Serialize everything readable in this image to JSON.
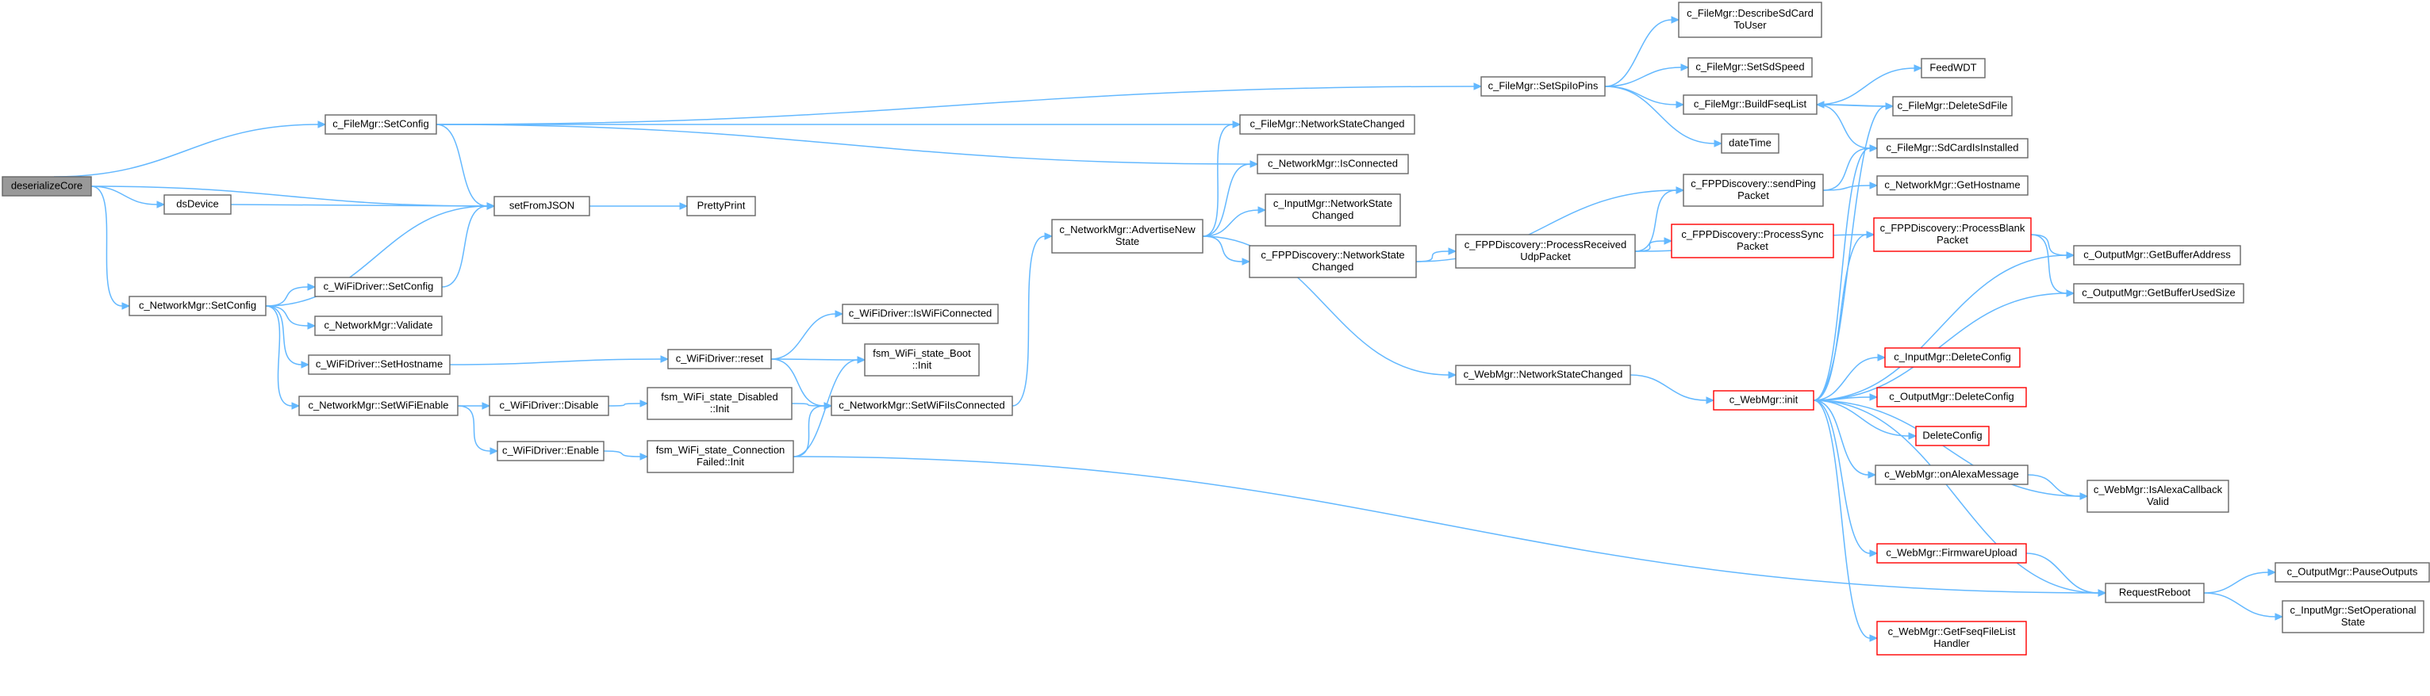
{
  "graph": {
    "colors": {
      "edge": "#63b8ff",
      "node_border": "#666666",
      "root_fill": "#999999",
      "red_border": "#ff0000"
    },
    "nodes": [
      {
        "id": "deserializeCore",
        "lines": [
          "deserializeCore"
        ],
        "root": true
      },
      {
        "id": "dsDevice",
        "lines": [
          "dsDevice"
        ]
      },
      {
        "id": "fm_SetConfig",
        "lines": [
          "c_FileMgr::SetConfig"
        ]
      },
      {
        "id": "nm_SetConfig",
        "lines": [
          "c_NetworkMgr::SetConfig"
        ]
      },
      {
        "id": "setFromJSON",
        "lines": [
          "setFromJSON"
        ]
      },
      {
        "id": "PrettyPrint",
        "lines": [
          "PrettyPrint"
        ]
      },
      {
        "id": "wd_SetConfig",
        "lines": [
          "c_WiFiDriver::SetConfig"
        ]
      },
      {
        "id": "nm_Validate",
        "lines": [
          "c_NetworkMgr::Validate"
        ]
      },
      {
        "id": "wd_SetHostname",
        "lines": [
          "c_WiFiDriver::SetHostname"
        ]
      },
      {
        "id": "nm_SetWiFiEnable",
        "lines": [
          "c_NetworkMgr::SetWiFiEnable"
        ]
      },
      {
        "id": "wd_Disable",
        "lines": [
          "c_WiFiDriver::Disable"
        ]
      },
      {
        "id": "wd_Enable",
        "lines": [
          "c_WiFiDriver::Enable"
        ]
      },
      {
        "id": "wd_reset",
        "lines": [
          "c_WiFiDriver::reset"
        ]
      },
      {
        "id": "fsm_Disabled",
        "lines": [
          "fsm_WiFi_state_Disabled",
          "::Init"
        ]
      },
      {
        "id": "fsm_ConnFailed",
        "lines": [
          "fsm_WiFi_state_Connection",
          "Failed::Init"
        ]
      },
      {
        "id": "wd_IsWiFiConnected",
        "lines": [
          "c_WiFiDriver::IsWiFiConnected"
        ]
      },
      {
        "id": "fsm_Boot",
        "lines": [
          "fsm_WiFi_state_Boot",
          "::Init"
        ]
      },
      {
        "id": "nm_SetWiFiIsConnected",
        "lines": [
          "c_NetworkMgr::SetWiFiIsConnected"
        ]
      },
      {
        "id": "nm_AdvertiseNewState",
        "lines": [
          "c_NetworkMgr::AdvertiseNew",
          "State"
        ]
      },
      {
        "id": "fm_NetworkStateChanged",
        "lines": [
          "c_FileMgr::NetworkStateChanged"
        ]
      },
      {
        "id": "nm_IsConnected",
        "lines": [
          "c_NetworkMgr::IsConnected"
        ]
      },
      {
        "id": "im_NetworkStateChanged",
        "lines": [
          "c_InputMgr::NetworkState",
          "Changed"
        ]
      },
      {
        "id": "fppd_NetworkStateChanged",
        "lines": [
          "c_FPPDiscovery::NetworkState",
          "Changed"
        ]
      },
      {
        "id": "wm_NetworkStateChanged",
        "lines": [
          "c_WebMgr::NetworkStateChanged"
        ]
      },
      {
        "id": "fm_SetSpiIoPins",
        "lines": [
          "c_FileMgr::SetSpiIoPins"
        ]
      },
      {
        "id": "fm_DescribeSdCardToUser",
        "lines": [
          "c_FileMgr::DescribeSdCard",
          "ToUser"
        ]
      },
      {
        "id": "fm_SetSdSpeed",
        "lines": [
          "c_FileMgr::SetSdSpeed"
        ]
      },
      {
        "id": "fm_BuildFseqList",
        "lines": [
          "c_FileMgr::BuildFseqList"
        ]
      },
      {
        "id": "dateTime",
        "lines": [
          "dateTime"
        ]
      },
      {
        "id": "FeedWDT",
        "lines": [
          "FeedWDT"
        ]
      },
      {
        "id": "fm_DeleteSdFile",
        "lines": [
          "c_FileMgr::DeleteSdFile"
        ]
      },
      {
        "id": "fm_SdCardIsInstalled",
        "lines": [
          "c_FileMgr::SdCardIsInstalled"
        ]
      },
      {
        "id": "nm_GetHostname",
        "lines": [
          "c_NetworkMgr::GetHostname"
        ]
      },
      {
        "id": "fppd_sendPingPacket",
        "lines": [
          "c_FPPDiscovery::sendPing",
          "Packet"
        ]
      },
      {
        "id": "fppd_ProcessReceivedUdpPacket",
        "lines": [
          "c_FPPDiscovery::ProcessReceived",
          "UdpPacket"
        ]
      },
      {
        "id": "fppd_ProcessSyncPacket",
        "lines": [
          "c_FPPDiscovery::ProcessSync",
          "Packet"
        ],
        "red": true
      },
      {
        "id": "fppd_ProcessBlankPacket",
        "lines": [
          "c_FPPDiscovery::ProcessBlank",
          "Packet"
        ],
        "red": true
      },
      {
        "id": "om_GetBufferAddress",
        "lines": [
          "c_OutputMgr::GetBufferAddress"
        ]
      },
      {
        "id": "om_GetBufferUsedSize",
        "lines": [
          "c_OutputMgr::GetBufferUsedSize"
        ]
      },
      {
        "id": "wm_init",
        "lines": [
          "c_WebMgr::init"
        ],
        "red": true
      },
      {
        "id": "im_DeleteConfig",
        "lines": [
          "c_InputMgr::DeleteConfig"
        ],
        "red": true
      },
      {
        "id": "om_DeleteConfig",
        "lines": [
          "c_OutputMgr::DeleteConfig"
        ],
        "red": true
      },
      {
        "id": "DeleteConfig",
        "lines": [
          "DeleteConfig"
        ],
        "red": true
      },
      {
        "id": "wm_onAlexaMessage",
        "lines": [
          "c_WebMgr::onAlexaMessage"
        ]
      },
      {
        "id": "wm_IsAlexaCallbackValid",
        "lines": [
          "c_WebMgr::IsAlexaCallback",
          "Valid"
        ]
      },
      {
        "id": "wm_FirmwareUpload",
        "lines": [
          "c_WebMgr::FirmwareUpload"
        ],
        "red": true
      },
      {
        "id": "RequestReboot",
        "lines": [
          "RequestReboot"
        ]
      },
      {
        "id": "wm_GetFseqFileListHandler",
        "lines": [
          "c_WebMgr::GetFseqFileList",
          "Handler"
        ],
        "red": true
      },
      {
        "id": "om_PauseOutputs",
        "lines": [
          "c_OutputMgr::PauseOutputs"
        ]
      },
      {
        "id": "im_SetOperationalState",
        "lines": [
          "c_InputMgr::SetOperational",
          "State"
        ]
      }
    ],
    "edges": [
      [
        "deserializeCore",
        "fm_SetConfig"
      ],
      [
        "deserializeCore",
        "setFromJSON"
      ],
      [
        "deserializeCore",
        "dsDevice"
      ],
      [
        "deserializeCore",
        "nm_SetConfig"
      ],
      [
        "dsDevice",
        "setFromJSON"
      ],
      [
        "fm_SetConfig",
        "setFromJSON"
      ],
      [
        "fm_SetConfig",
        "fm_SetSpiIoPins"
      ],
      [
        "fm_SetConfig",
        "fm_NetworkStateChanged"
      ],
      [
        "fm_SetConfig",
        "nm_IsConnected"
      ],
      [
        "setFromJSON",
        "PrettyPrint"
      ],
      [
        "nm_SetConfig",
        "setFromJSON"
      ],
      [
        "nm_SetConfig",
        "wd_SetConfig"
      ],
      [
        "nm_SetConfig",
        "nm_Validate"
      ],
      [
        "nm_SetConfig",
        "wd_SetHostname"
      ],
      [
        "nm_SetConfig",
        "nm_SetWiFiEnable"
      ],
      [
        "wd_SetConfig",
        "setFromJSON"
      ],
      [
        "wd_SetHostname",
        "wd_reset"
      ],
      [
        "nm_SetWiFiEnable",
        "wd_Disable"
      ],
      [
        "nm_SetWiFiEnable",
        "wd_Enable"
      ],
      [
        "wd_Disable",
        "fsm_Disabled"
      ],
      [
        "wd_Enable",
        "fsm_ConnFailed"
      ],
      [
        "wd_reset",
        "wd_IsWiFiConnected"
      ],
      [
        "wd_reset",
        "fsm_Boot"
      ],
      [
        "wd_reset",
        "nm_SetWiFiIsConnected"
      ],
      [
        "fsm_Disabled",
        "nm_SetWiFiIsConnected"
      ],
      [
        "fsm_ConnFailed",
        "nm_SetWiFiIsConnected"
      ],
      [
        "fsm_ConnFailed",
        "fsm_Boot"
      ],
      [
        "fsm_ConnFailed",
        "RequestReboot"
      ],
      [
        "nm_SetWiFiIsConnected",
        "nm_AdvertiseNewState"
      ],
      [
        "nm_AdvertiseNewState",
        "fm_NetworkStateChanged"
      ],
      [
        "nm_AdvertiseNewState",
        "nm_IsConnected"
      ],
      [
        "nm_AdvertiseNewState",
        "im_NetworkStateChanged"
      ],
      [
        "nm_AdvertiseNewState",
        "fppd_NetworkStateChanged"
      ],
      [
        "nm_AdvertiseNewState",
        "wm_NetworkStateChanged"
      ],
      [
        "fm_SetSpiIoPins",
        "fm_DescribeSdCardToUser"
      ],
      [
        "fm_SetSpiIoPins",
        "fm_SetSdSpeed"
      ],
      [
        "fm_SetSpiIoPins",
        "fm_BuildFseqList"
      ],
      [
        "fm_SetSpiIoPins",
        "dateTime"
      ],
      [
        "fm_BuildFseqList",
        "FeedWDT"
      ],
      [
        "fm_BuildFseqList",
        "fm_DeleteSdFile"
      ],
      [
        "fm_BuildFseqList",
        "fm_SdCardIsInstalled"
      ],
      [
        "fm_DeleteSdFile",
        "fm_BuildFseqList"
      ],
      [
        "fppd_NetworkStateChanged",
        "fppd_sendPingPacket"
      ],
      [
        "fppd_NetworkStateChanged",
        "fppd_ProcessReceivedUdpPacket"
      ],
      [
        "fppd_sendPingPacket",
        "fm_SdCardIsInstalled"
      ],
      [
        "fppd_sendPingPacket",
        "nm_GetHostname"
      ],
      [
        "fppd_ProcessReceivedUdpPacket",
        "fppd_sendPingPacket"
      ],
      [
        "fppd_ProcessReceivedUdpPacket",
        "fppd_ProcessSyncPacket"
      ],
      [
        "fppd_ProcessReceivedUdpPacket",
        "fppd_ProcessBlankPacket"
      ],
      [
        "fppd_ProcessBlankPacket",
        "om_GetBufferAddress"
      ],
      [
        "fppd_ProcessBlankPacket",
        "om_GetBufferUsedSize"
      ],
      [
        "wm_NetworkStateChanged",
        "wm_init"
      ],
      [
        "wm_init",
        "fm_DeleteSdFile"
      ],
      [
        "wm_init",
        "fm_SdCardIsInstalled"
      ],
      [
        "wm_init",
        "fppd_ProcessBlankPacket"
      ],
      [
        "wm_init",
        "om_GetBufferAddress"
      ],
      [
        "wm_init",
        "om_GetBufferUsedSize"
      ],
      [
        "wm_init",
        "im_DeleteConfig"
      ],
      [
        "wm_init",
        "om_DeleteConfig"
      ],
      [
        "wm_init",
        "DeleteConfig"
      ],
      [
        "wm_init",
        "wm_onAlexaMessage"
      ],
      [
        "wm_init",
        "wm_IsAlexaCallbackValid"
      ],
      [
        "wm_init",
        "wm_FirmwareUpload"
      ],
      [
        "wm_init",
        "RequestReboot"
      ],
      [
        "wm_init",
        "wm_GetFseqFileListHandler"
      ],
      [
        "wm_onAlexaMessage",
        "wm_IsAlexaCallbackValid"
      ],
      [
        "wm_FirmwareUpload",
        "RequestReboot"
      ],
      [
        "RequestReboot",
        "om_PauseOutputs"
      ],
      [
        "RequestReboot",
        "im_SetOperationalState"
      ]
    ]
  }
}
